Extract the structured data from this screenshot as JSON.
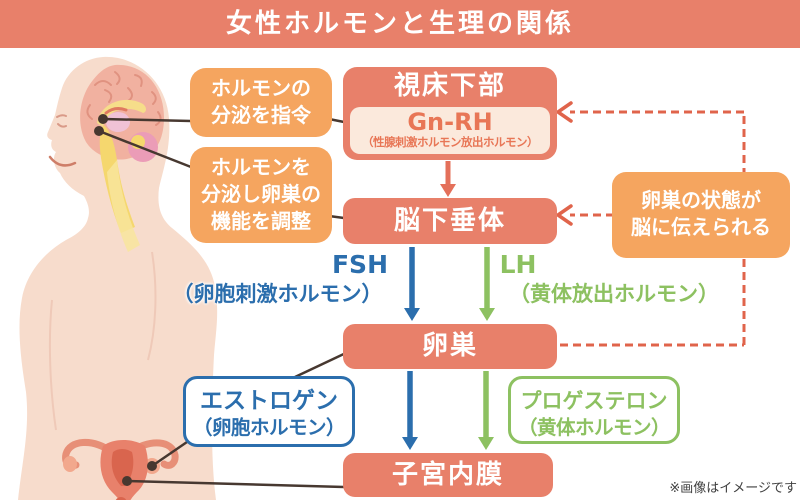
{
  "title": "女性ホルモンと生理の関係",
  "flow": {
    "hypothalamus": "視床下部",
    "gnrh_abbr": "Gn-RH",
    "gnrh_full": "（性腺刺激ホルモン放出ホルモン）",
    "pituitary": "脳下垂体",
    "ovary": "卵巣",
    "endometrium": "子宮内膜"
  },
  "callouts": {
    "secretion_command": [
      "ホルモンの",
      "分泌を指令"
    ],
    "regulate_ovary": [
      "ホルモンを",
      "分泌し卵巣の",
      "機能を調整"
    ],
    "feedback": [
      "卵巣の状態が",
      "脳に伝えられる"
    ]
  },
  "hormones": {
    "fsh_abbr": "FSH",
    "fsh_full": "（卵胞刺激ホルモン）",
    "lh_abbr": "LH",
    "lh_full": "（黄体放出ホルモン）",
    "estrogen_name": "エストロゲン",
    "estrogen_full": "（卵胞ホルモン）",
    "progesterone_name": "プロゲステロン",
    "progesterone_full": "（黄体ホルモン）"
  },
  "footer_note": "※画像はイメージです",
  "colors": {
    "salmon": "#E8806A",
    "orange": "#F5A55F",
    "gnrh_panel_bg": "#FBE9DC",
    "gnrh_text": "#E87656",
    "fsh_blue": "#2B6EAD",
    "lh_green": "#8DC161",
    "feedback_dashed": "#E0644B",
    "connector_dark": "#473830",
    "skin": "#F7DCCC",
    "brain_pink": "#F1B1A0"
  }
}
